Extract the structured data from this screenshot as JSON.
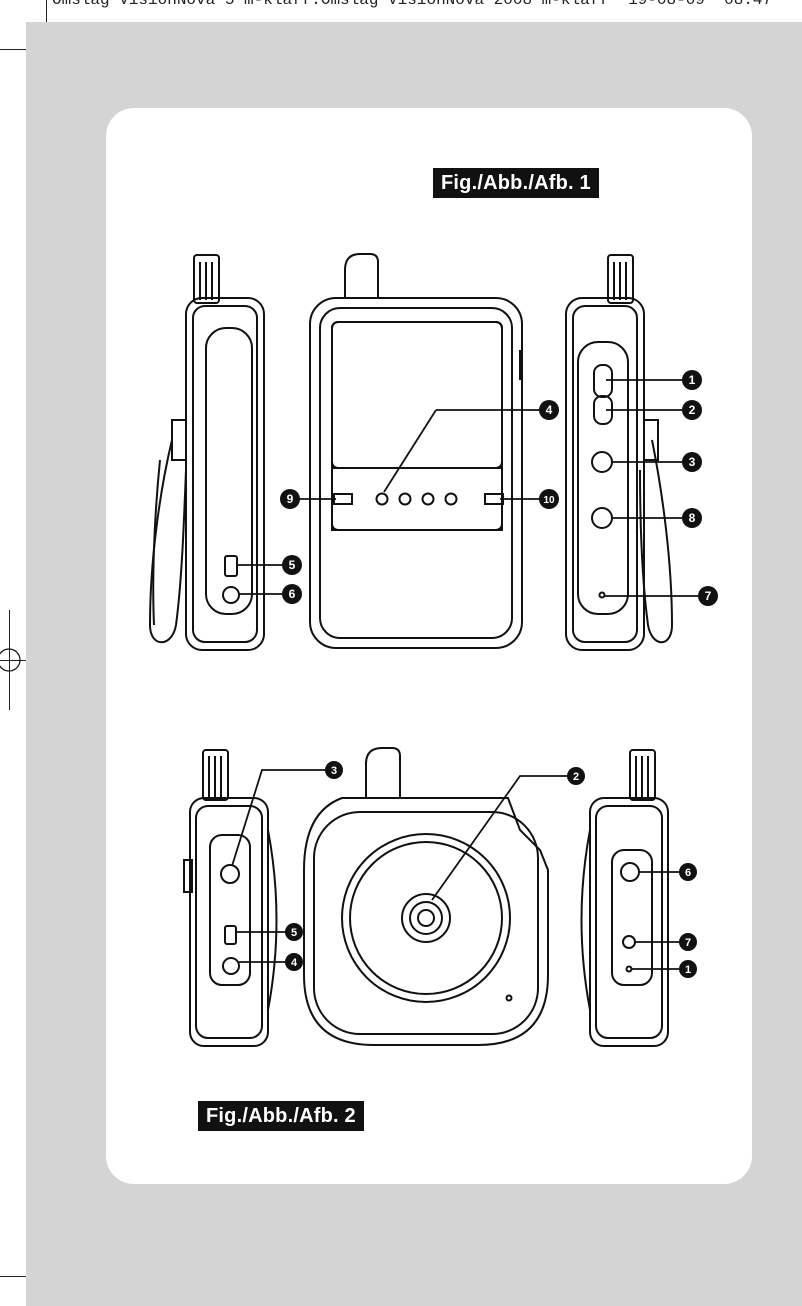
{
  "page_header": "Omslag VisionNova 5 m-klaff:Omslag VisionNova 2008 m-klaff  19-08-09  08:47",
  "figure1": {
    "label": "Fig./Abb./Afb. 1",
    "callouts": [
      "1",
      "2",
      "3",
      "4",
      "5",
      "6",
      "7",
      "8",
      "9",
      "10"
    ]
  },
  "figure2": {
    "label": "Fig./Abb./Afb. 2",
    "callouts": [
      "1",
      "2",
      "3",
      "4",
      "5",
      "6",
      "7"
    ]
  },
  "colors": {
    "background_gray": "#d4d4d4",
    "panel": "#ffffff",
    "line": "#111111"
  }
}
